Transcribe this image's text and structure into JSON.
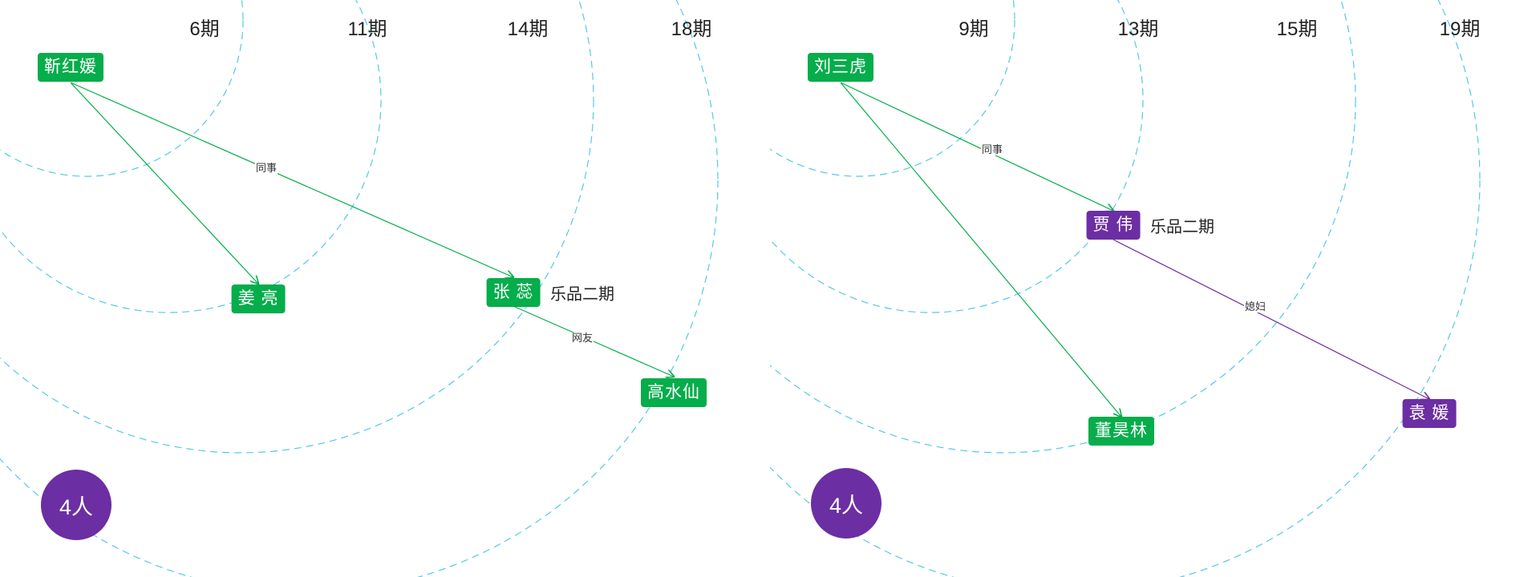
{
  "panels": [
    {
      "id": "left",
      "periods": [
        "6期",
        "11期",
        "14期",
        "18期"
      ],
      "nodes": [
        {
          "id": "n1",
          "label": "靳红媛",
          "color": "#05ad4b"
        },
        {
          "id": "n2",
          "label": "姜 亮",
          "color": "#05ad4b"
        },
        {
          "id": "n3",
          "label": "张 蕊",
          "color": "#05ad4b",
          "tag": "乐品二期"
        },
        {
          "id": "n4",
          "label": "高水仙",
          "color": "#05ad4b"
        }
      ],
      "edges": [
        {
          "from": "n1",
          "to": "n2",
          "label": "",
          "color": "#05ad4b"
        },
        {
          "from": "n1",
          "to": "n3",
          "label": "同事",
          "color": "#05ad4b"
        },
        {
          "from": "n3",
          "to": "n4",
          "label": "网友",
          "color": "#05ad4b"
        }
      ],
      "count_label": "4人"
    },
    {
      "id": "right",
      "periods": [
        "9期",
        "13期",
        "15期",
        "19期"
      ],
      "nodes": [
        {
          "id": "m1",
          "label": "刘三虎",
          "color": "#05ad4b"
        },
        {
          "id": "m2",
          "label": "贾 伟",
          "color": "#6c2ea3",
          "tag": "乐品二期"
        },
        {
          "id": "m3",
          "label": "董昊林",
          "color": "#05ad4b"
        },
        {
          "id": "m4",
          "label": "袁 媛",
          "color": "#6c2ea3"
        }
      ],
      "edges": [
        {
          "from": "m1",
          "to": "m2",
          "label": "同事",
          "color": "#05ad4b"
        },
        {
          "from": "m1",
          "to": "m3",
          "label": "",
          "color": "#05ad4b"
        },
        {
          "from": "m2",
          "to": "m4",
          "label": "媳妇",
          "color": "#6c2ea3"
        }
      ],
      "count_label": "4人"
    }
  ],
  "colors": {
    "ring": "#54c8ec",
    "green": "#05ad4b",
    "purple": "#6c2ea3"
  }
}
